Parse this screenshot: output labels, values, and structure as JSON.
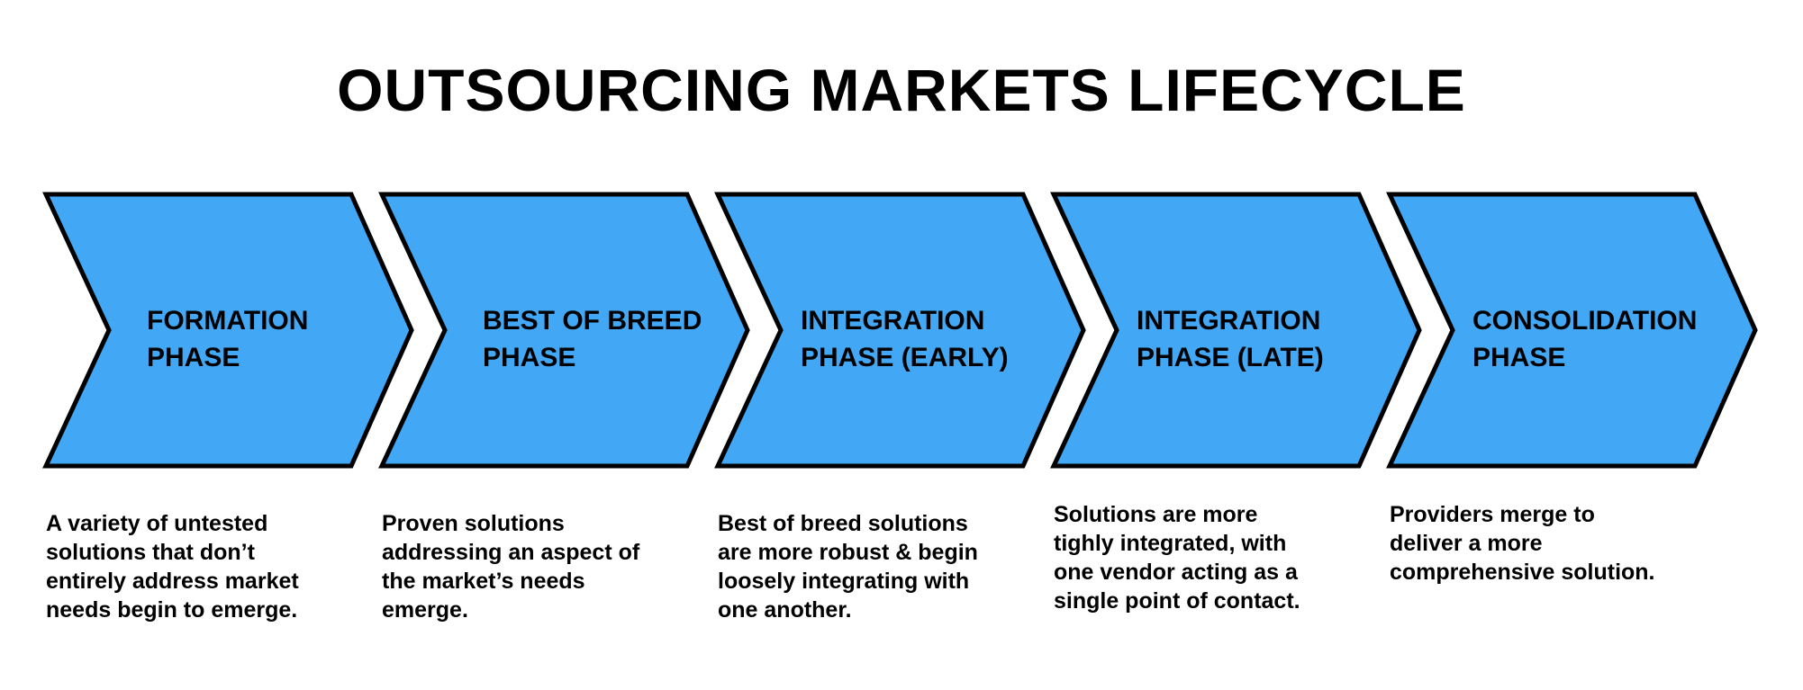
{
  "title": "OUTSOURCING MARKETS LIFECYCLE",
  "colors": {
    "fill": "#42A7F5",
    "stroke": "#000000"
  },
  "phases": [
    {
      "label": "FORMATION\nPHASE",
      "description": "A variety of untested\nsolutions that don’t\nentirely address market\nneeds begin to emerge."
    },
    {
      "label": "BEST OF BREED\nPHASE",
      "description": "Proven solutions\naddressing an aspect of\nthe market’s needs\nemerge."
    },
    {
      "label": "INTEGRATION\nPHASE (EARLY)",
      "description": "Best of breed solutions\nare more robust & begin\nloosely integrating with\none another."
    },
    {
      "label": "INTEGRATION\nPHASE (LATE)",
      "description": "Solutions are more\ntighly integrated, with\none vendor acting as a\nsingle point of contact."
    },
    {
      "label": "CONSOLIDATION\nPHASE",
      "description": "Providers merge to\ndeliver a more\ncomprehensive solution."
    }
  ]
}
